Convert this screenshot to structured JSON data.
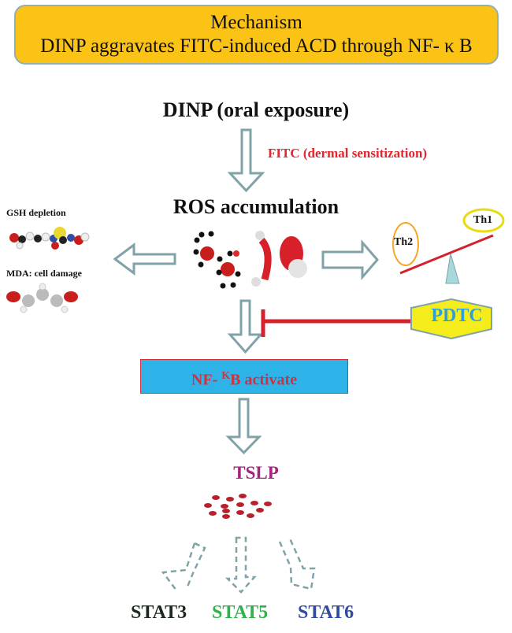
{
  "header": {
    "title": "Mechanism",
    "subtitle": "DINP aggravates FITC-induced ACD through NF- κ B"
  },
  "nodes": {
    "dinp": "DINP (oral exposure)",
    "fitc": "FITC (dermal sensitization)",
    "ros": "ROS accumulation",
    "gsh": "GSH depletion",
    "mda": "MDA: cell damage",
    "th1": "Th1",
    "th2": "Th2",
    "pdtc": "PDTC",
    "nfkb_prefix": "NF- ",
    "nfkb_kappa": "Κ",
    "nfkb_suffix": "B activate",
    "tslp": "TSLP",
    "stat3": "STAT3",
    "stat5": "STAT5",
    "stat6": "STAT6"
  },
  "colors": {
    "title_bg": "#fbc315",
    "arrow_outline": "#7fa3a7",
    "inhibit_line": "#d3222c",
    "fitc_text": "#e8242e",
    "nfkb_bg": "#2eb3e8",
    "nfkb_text": "#d3303c",
    "pdtc_bg": "#f5ec1c",
    "pdtc_text": "#2e9fd8",
    "tslp_text": "#a3237f",
    "stat3": "#1b2a1c",
    "stat5": "#2db34a",
    "stat6": "#2f4aa0"
  }
}
